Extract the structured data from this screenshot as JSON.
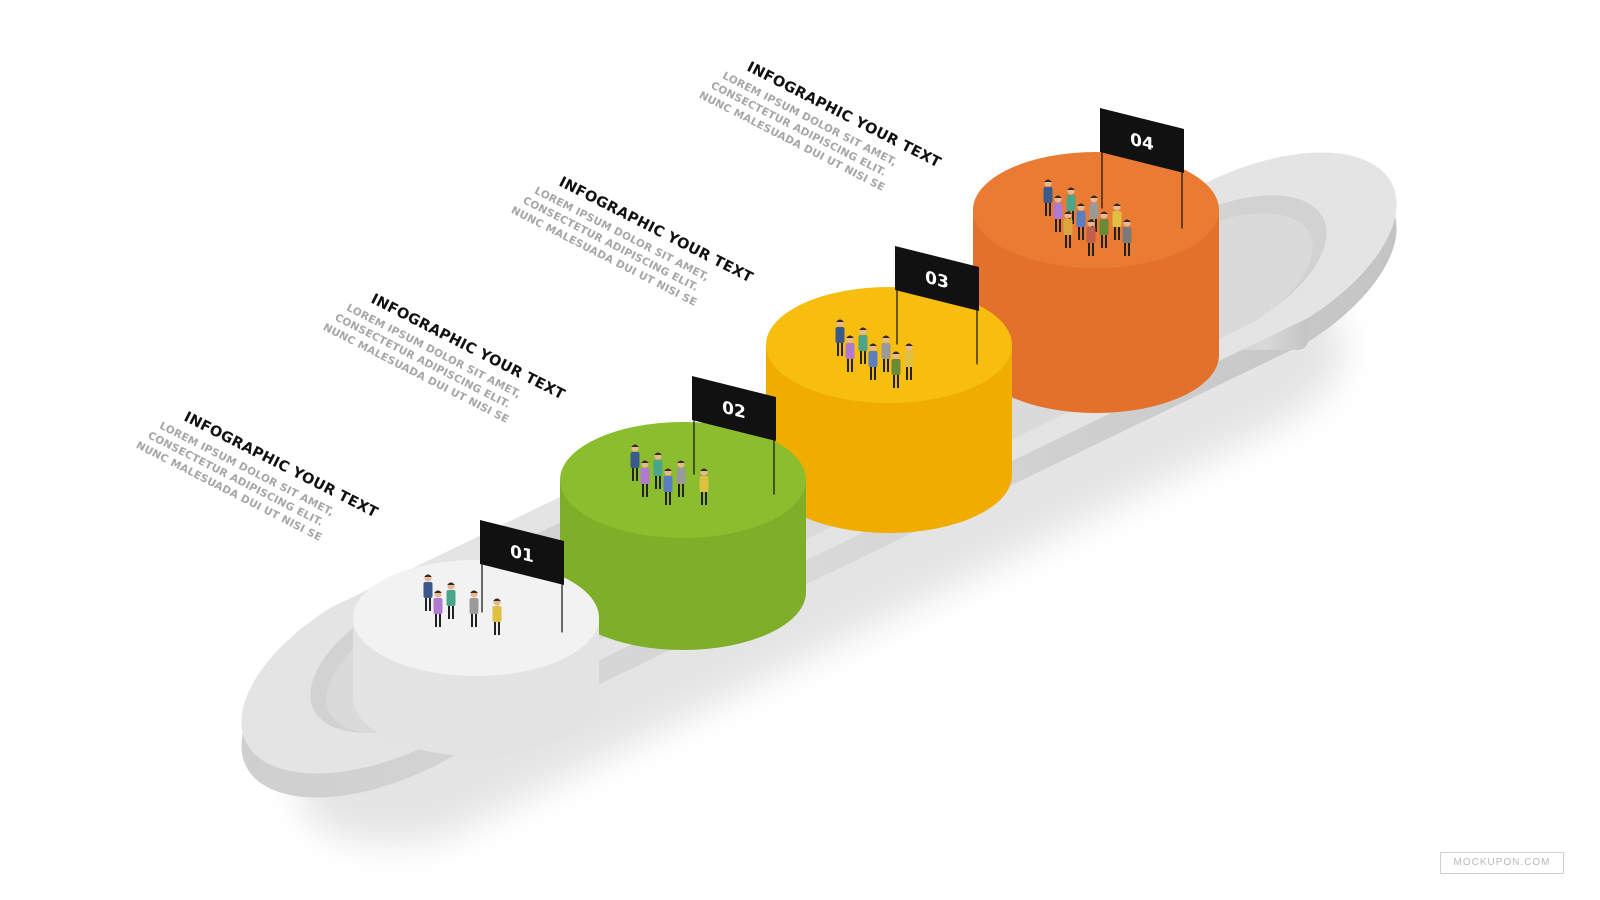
{
  "steps": [
    {
      "number": "01",
      "title": "INFOGRAPHIC YOUR TEXT",
      "lines": [
        "LOREM IPSUM DOLOR SIT AMET,",
        "CONSECTETUR ADIPISCING ELIT.",
        "NUNC MALESUADA DUI UT NISI SE"
      ],
      "color": "#f2f2f2",
      "color_side": "#e3e3e3",
      "color_dark": "#c9c9c9"
    },
    {
      "number": "02",
      "title": "INFOGRAPHIC YOUR TEXT",
      "lines": [
        "LOREM IPSUM DOLOR SIT AMET,",
        "CONSECTETUR ADIPISCING ELIT.",
        "NUNC MALESUADA DUI UT NISI SE"
      ],
      "color": "#8bbd2f",
      "color_side": "#7fae28",
      "color_dark": "#5f8a1a"
    },
    {
      "number": "03",
      "title": "INFOGRAPHIC YOUR TEXT",
      "lines": [
        "LOREM IPSUM DOLOR SIT AMET,",
        "CONSECTETUR ADIPISCING ELIT.",
        "NUNC MALESUADA DUI UT NISI SE"
      ],
      "color": "#f7be10",
      "color_side": "#f0ad00",
      "color_dark": "#cf8f00"
    },
    {
      "number": "04",
      "title": "INFOGRAPHIC YOUR TEXT",
      "lines": [
        "LOREM IPSUM DOLOR SIT AMET,",
        "CONSECTETUR ADIPISCING ELIT.",
        "NUNC MALESUADA DUI UT NISI SE"
      ],
      "color": "#ea7b33",
      "color_side": "#e3702b",
      "color_dark": "#c25718"
    }
  ],
  "tray_color": "#d6d6d6",
  "flag_color": "#111111",
  "watermark": "MOCKUPON.COM"
}
